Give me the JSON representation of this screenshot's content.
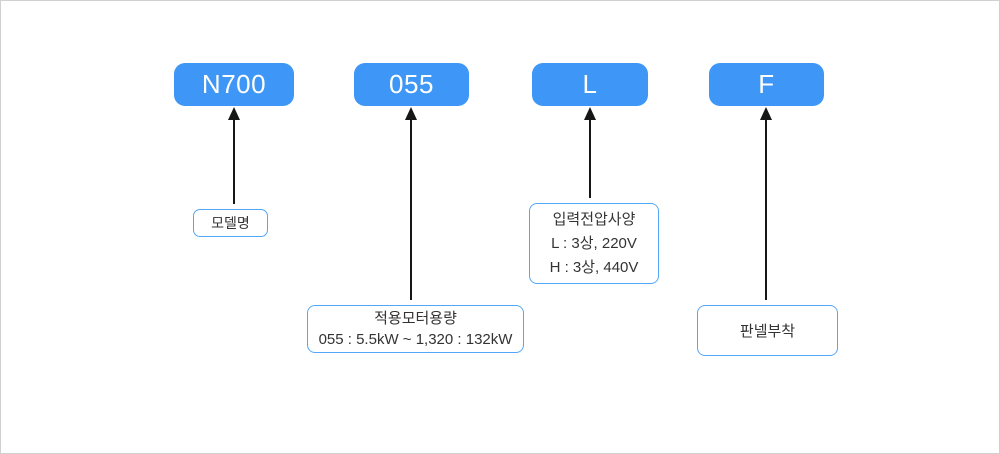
{
  "diagram": {
    "colors": {
      "chip_bg": "#3E97F6",
      "chip_text": "#FFFFFF",
      "desc_border": "#54A7F8",
      "desc_text": "#333333",
      "arrow": "#161616",
      "frame_border": "#D0D0D0",
      "background": "#FFFFFF"
    },
    "columns": [
      {
        "code": "N700",
        "lines": [
          "모델명"
        ]
      },
      {
        "code": "055",
        "lines": [
          "적용모터용량",
          "055 : 5.5kW ~ 1,320 : 132kW"
        ]
      },
      {
        "code": "L",
        "lines": [
          "입력전압사양",
          "L : 3상, 220V",
          "H : 3상, 440V"
        ]
      },
      {
        "code": "F",
        "lines": [
          "판넬부착"
        ]
      }
    ]
  }
}
